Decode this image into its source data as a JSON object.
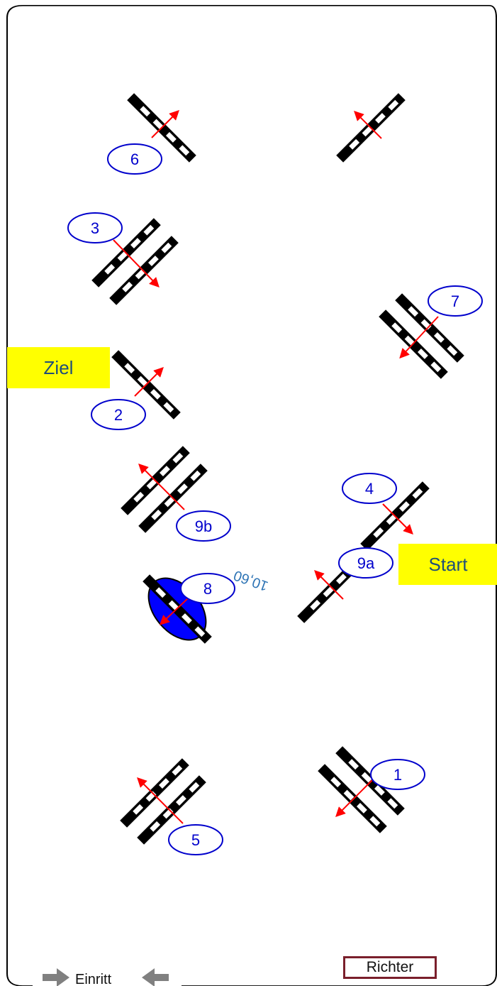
{
  "labels": {
    "ziel": "Ziel",
    "start": "Start",
    "entrance": "Einritt",
    "judge": "Richter",
    "distance": "10,60"
  },
  "obstacles": [
    {
      "id": "6",
      "label": "6"
    },
    {
      "id": "unnumbered",
      "label": ""
    },
    {
      "id": "3",
      "label": "3"
    },
    {
      "id": "7",
      "label": "7"
    },
    {
      "id": "2",
      "label": "2"
    },
    {
      "id": "9b",
      "label": "9b"
    },
    {
      "id": "4",
      "label": "4"
    },
    {
      "id": "8",
      "label": "8"
    },
    {
      "id": "9a",
      "label": "9a"
    },
    {
      "id": "1",
      "label": "1"
    },
    {
      "id": "5",
      "label": "5"
    }
  ],
  "colors": {
    "arena_border": "#000000",
    "arrow": "#ff0000",
    "number_label": "#0000cc",
    "water_jump": "#0000ff",
    "highlight_box": "#ffff00",
    "box_text": "#1f4e79",
    "distance_text": "#2e74b5",
    "judge_border": "#7a1f2b",
    "entry_arrow": "#808080"
  },
  "icons": [
    "entry-arrow-right-icon",
    "entry-arrow-left-icon"
  ]
}
